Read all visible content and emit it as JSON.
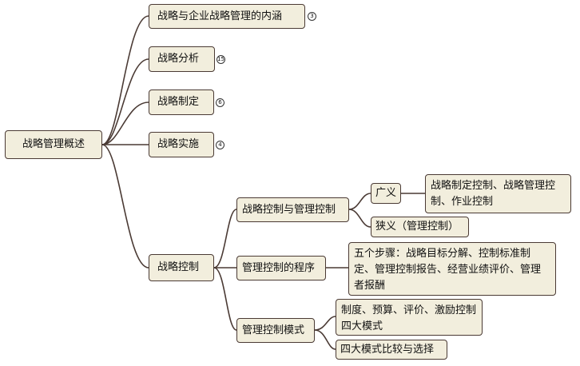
{
  "root": "战略管理概述",
  "branches": {
    "b1": "战略与企业战略管理的内涵",
    "b2": "战略分析",
    "b3": "战略制定",
    "b4": "战略实施",
    "b5": "战略控制"
  },
  "badges": {
    "b1": "3",
    "b2": "15",
    "b3": "6",
    "b4": "4"
  },
  "control": {
    "c1": "战略控制与管理控制",
    "c2": "管理控制的程序",
    "c3": "管理控制模式",
    "broad": "广义",
    "broad_detail": "战略制定控制、战略管理控制、作业控制",
    "narrow": "狭义（管理控制）",
    "steps": "五个步骤：战略目标分解、控制标准制定、管理控制报告、经营业绩评价、管理者报酬",
    "modes": "制度、预算、评价、激励控制四大模式",
    "compare": "四大模式比较与选择"
  },
  "colors": {
    "node_fill": "#f2eedd",
    "line": "#4a3a34"
  }
}
